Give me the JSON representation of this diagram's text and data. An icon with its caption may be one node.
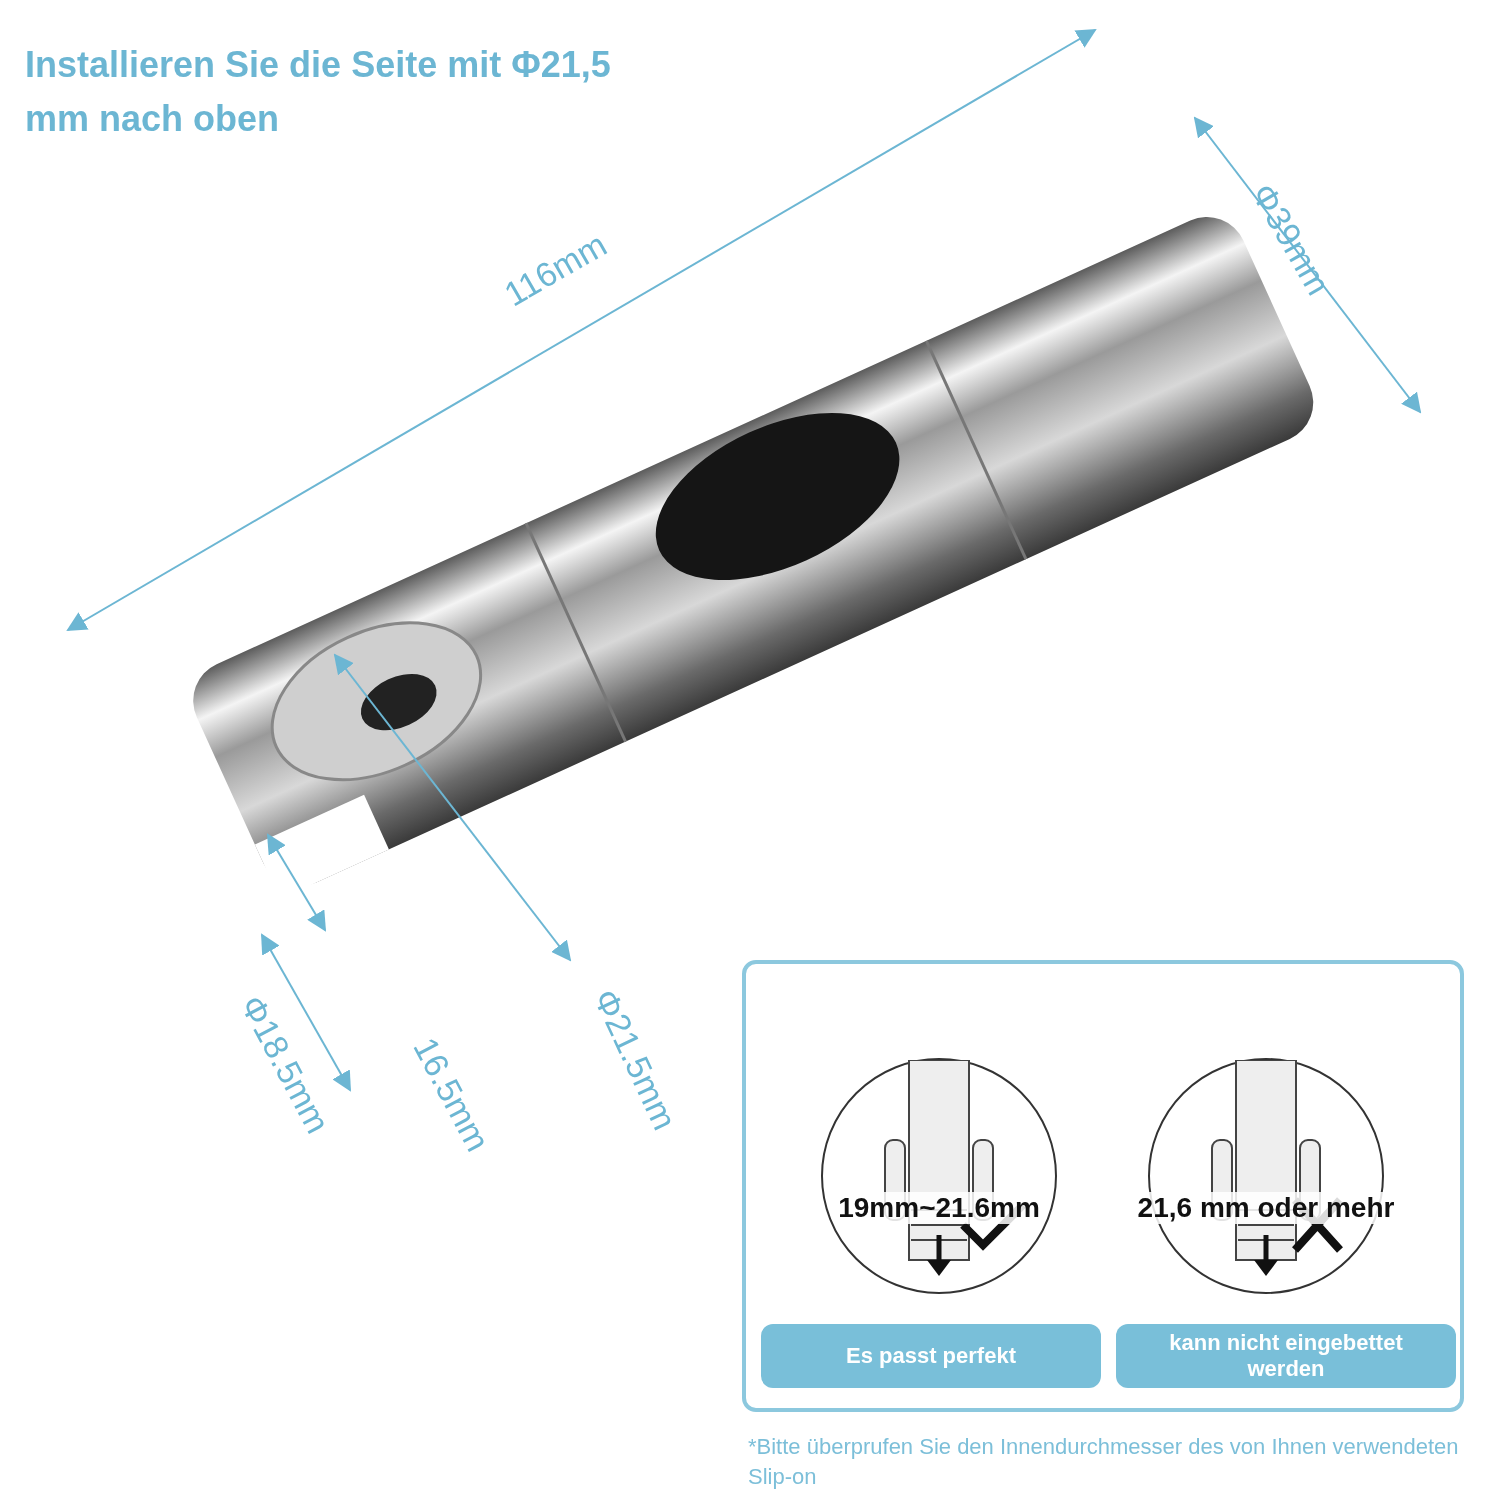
{
  "diagram": {
    "title": "Installieren Sie die Seite mit Φ21,5 mm nach oben",
    "caption": "*Bitte überprufen Sie den Innendurchmesser des von Ihnen verwendeten Slip-on",
    "nodes": [
      {
        "text": [],
        "shape": "box"
      },
      {
        "text": [
          "19mm~21.6mm"
        ],
        "in": 0
      },
      {
        "text": [
          "21,6 mm oder mehr"
        ],
        "in": 0
      },
      {
        "text": [
          "Es passt perfekt"
        ],
        "in": 0
      },
      {
        "text": [
          "kann nicht eingebettet werden"
        ],
        "in": 0
      }
    ],
    "labels": [
      "116mm",
      "Φ39mm",
      "Φ18.5mm",
      "16.5mm",
      "Φ21.5mm"
    ]
  }
}
